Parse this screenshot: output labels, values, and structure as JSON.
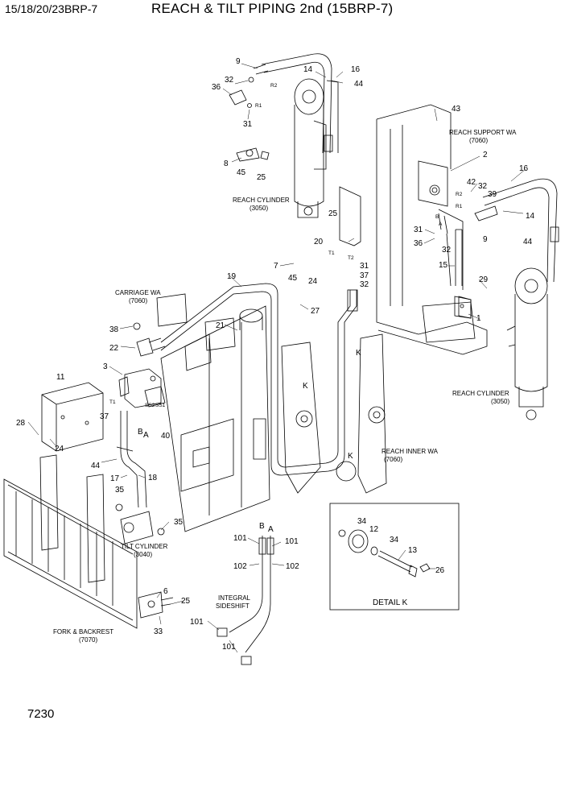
{
  "header": {
    "model": "15/18/20/23BRP-7",
    "title": "REACH & TILT PIPING 2nd (15BRP-7)"
  },
  "page_number": "7230",
  "detail_title": "DETAIL K",
  "labels": {
    "reach_support": [
      "REACH SUPPORT WA",
      "(7060)"
    ],
    "reach_cyl_top": [
      "REACH CYLINDER",
      "(3050)"
    ],
    "carriage": [
      "CARRIAGE WA",
      "(7060)"
    ],
    "reach_cyl_right": [
      "REACH CYLINDER",
      "(3050)"
    ],
    "reach_inner": [
      "REACH INNER WA",
      "(7060)"
    ],
    "tilt_cyl": [
      "TILT CYLINDER",
      "(3040)"
    ],
    "fork": [
      "FORK & BACKREST",
      "(7070)"
    ],
    "sideshift": [
      "INTEGRAL",
      "SIDESHIFT"
    ]
  },
  "callouts": {
    "c9a": "9",
    "c14a": "14",
    "c16a": "16",
    "c32a": "32",
    "c44a": "44",
    "c36a": "36",
    "c31a": "31",
    "c8": "8",
    "c45a": "45",
    "c25a": "25",
    "c43": "43",
    "c2": "2",
    "c42": "42",
    "c32b": "32",
    "c39": "39",
    "c16b": "16",
    "c14b": "14",
    "c25b": "25",
    "c20": "20",
    "c31b": "31",
    "c36b": "36",
    "c32c": "32",
    "c9b": "9",
    "c44b": "44",
    "c15": "15",
    "c7": "7",
    "c45b": "45",
    "c24a": "24",
    "c31c": "31",
    "c37a": "37",
    "c32d": "32",
    "c19": "19",
    "c27": "27",
    "c21": "21",
    "c29": "29",
    "c1": "1",
    "c38": "38",
    "c22": "22",
    "c3": "3",
    "c11": "11",
    "c28": "28",
    "c37b": "37",
    "c24b": "24",
    "c40": "40",
    "c44c": "44",
    "c17": "17",
    "c18": "18",
    "c35a": "35",
    "c35b": "35",
    "c6": "6",
    "c25c": "25",
    "c33": "33",
    "c101a": "101",
    "c101b": "101",
    "c102a": "102",
    "c102b": "102",
    "c101c": "101",
    "c101d": "101",
    "c34a": "34",
    "c12": "12",
    "c34b": "34",
    "c13": "13",
    "c26": "26",
    "kA": "K",
    "kB": "K",
    "kC": "K",
    "r1a": "R1",
    "r2a": "R2",
    "r1b": "R1",
    "r2b": "R2",
    "t1a": "T1",
    "t2a": "T2",
    "t1b": "T1",
    "ss2": "SS2",
    "ss1": "SS1",
    "a1": "A",
    "b1": "B",
    "a2": "A",
    "b2": "B",
    "ta": "A",
    "tb": "B"
  }
}
